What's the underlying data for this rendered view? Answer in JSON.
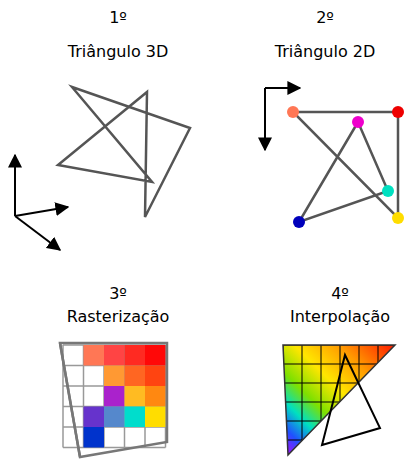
{
  "diagram": {
    "labels": [
      "1º",
      "Triângulo 3D",
      "2º",
      "Triângulo 2D",
      "3º",
      "Rasterização",
      "4º",
      "Interpolação"
    ]
  }
}
